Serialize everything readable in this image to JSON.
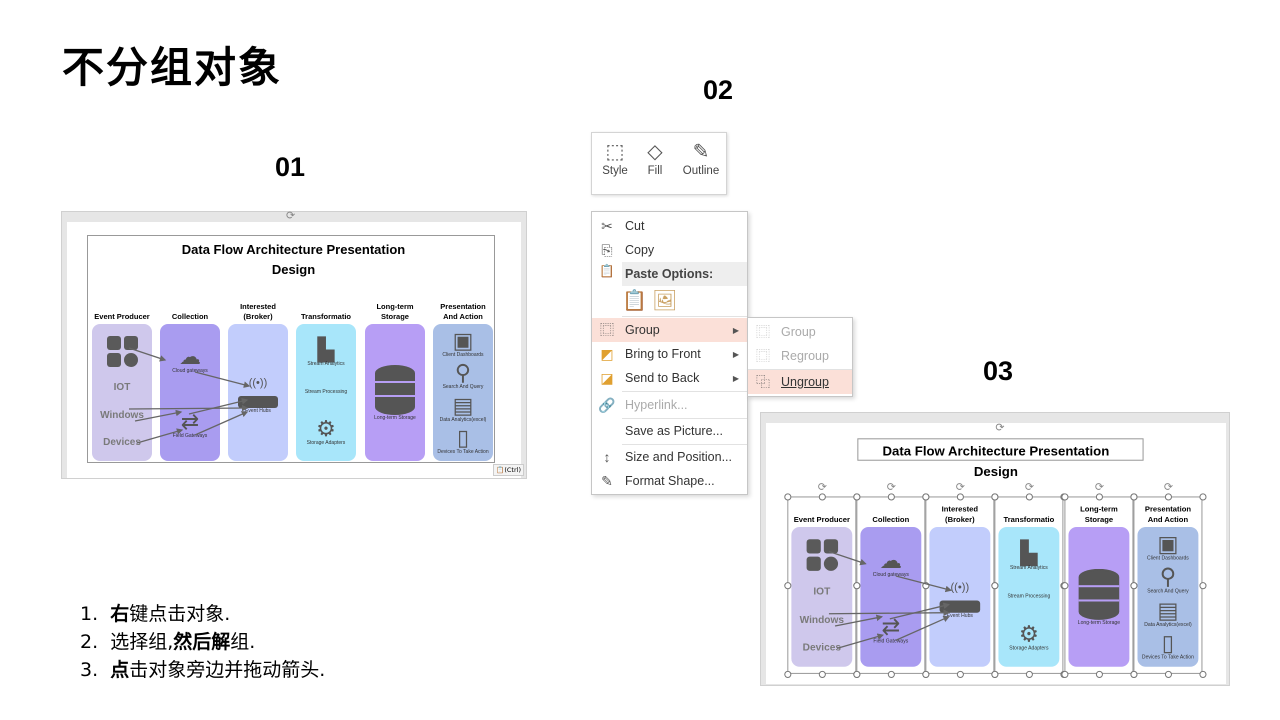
{
  "page_title": "不分组对象",
  "steps_labels": {
    "s1": "01",
    "s2": "02",
    "s3": "03"
  },
  "diagram": {
    "title_line1": "Data Flow Architecture Presentation",
    "title_line2": "Design",
    "columns": [
      {
        "header": "Event Producer",
        "color": "#cfc8ec",
        "items": [
          {
            "icon": "apps-grid-icon",
            "label": ""
          },
          {
            "big": "IOT"
          },
          {
            "big": "Windows"
          },
          {
            "big": "Devices"
          }
        ]
      },
      {
        "header": "Collection",
        "color": "#a99cf0",
        "items": [
          {
            "icon": "cloud-wifi-icon",
            "label": "Cloud gateways"
          },
          {
            "icon": "swap-arrows-icon",
            "label": "Field Gateways"
          }
        ]
      },
      {
        "header": "Interested (Broker)",
        "color": "#c2cdfc",
        "items": [
          {
            "icon": "router-icon",
            "label": "Event Hubs"
          }
        ]
      },
      {
        "header": "Transformatio",
        "color": "#a8e6fa",
        "items": [
          {
            "icon": "bar-chart-icon",
            "label": "Stream Analytics"
          },
          {
            "icon": "",
            "label": "Stream Processing"
          },
          {
            "icon": "gears-icon",
            "label": "Storage Adapters"
          }
        ]
      },
      {
        "header": "Long-term Storage",
        "color": "#b79ef5",
        "items": [
          {
            "icon": "database-icon",
            "label": "Long-term Storage"
          }
        ]
      },
      {
        "header": "Presentation And Action",
        "color": "#a9bfe6",
        "items": [
          {
            "icon": "dashboard-icon",
            "label": "Client Dashboards"
          },
          {
            "icon": "search-icon",
            "label": "Search And Query"
          },
          {
            "icon": "document-icon",
            "label": "Data Analytics(excel)"
          },
          {
            "icon": "phone-touch-icon",
            "label": "Devices To Take Action"
          }
        ]
      }
    ],
    "paste_tag": "(Ctrl)"
  },
  "mini_toolbar": {
    "style": "Style",
    "fill": "Fill",
    "outline": "Outline"
  },
  "context_menu": {
    "cut": "Cut",
    "copy": "Copy",
    "paste_options": "Paste Options:",
    "group": "Group",
    "bring_to_front": "Bring to Front",
    "send_to_back": "Send to Back",
    "hyperlink": "Hyperlink...",
    "save_as_picture": "Save as Picture...",
    "size_position": "Size and Position...",
    "format_shape": "Format Shape..."
  },
  "submenu": {
    "group": "Group",
    "regroup": "Regroup",
    "ungroup": "Ungroup"
  },
  "instructions": [
    {
      "num": "1.",
      "bold": "右",
      "rest": "键点击对象."
    },
    {
      "num": "2.",
      "pre": "选择组,",
      "bold": "然后解",
      "rest": "组."
    },
    {
      "num": "3.",
      "bold": "点",
      "rest": "击对象旁边并拖动箭头."
    }
  ]
}
